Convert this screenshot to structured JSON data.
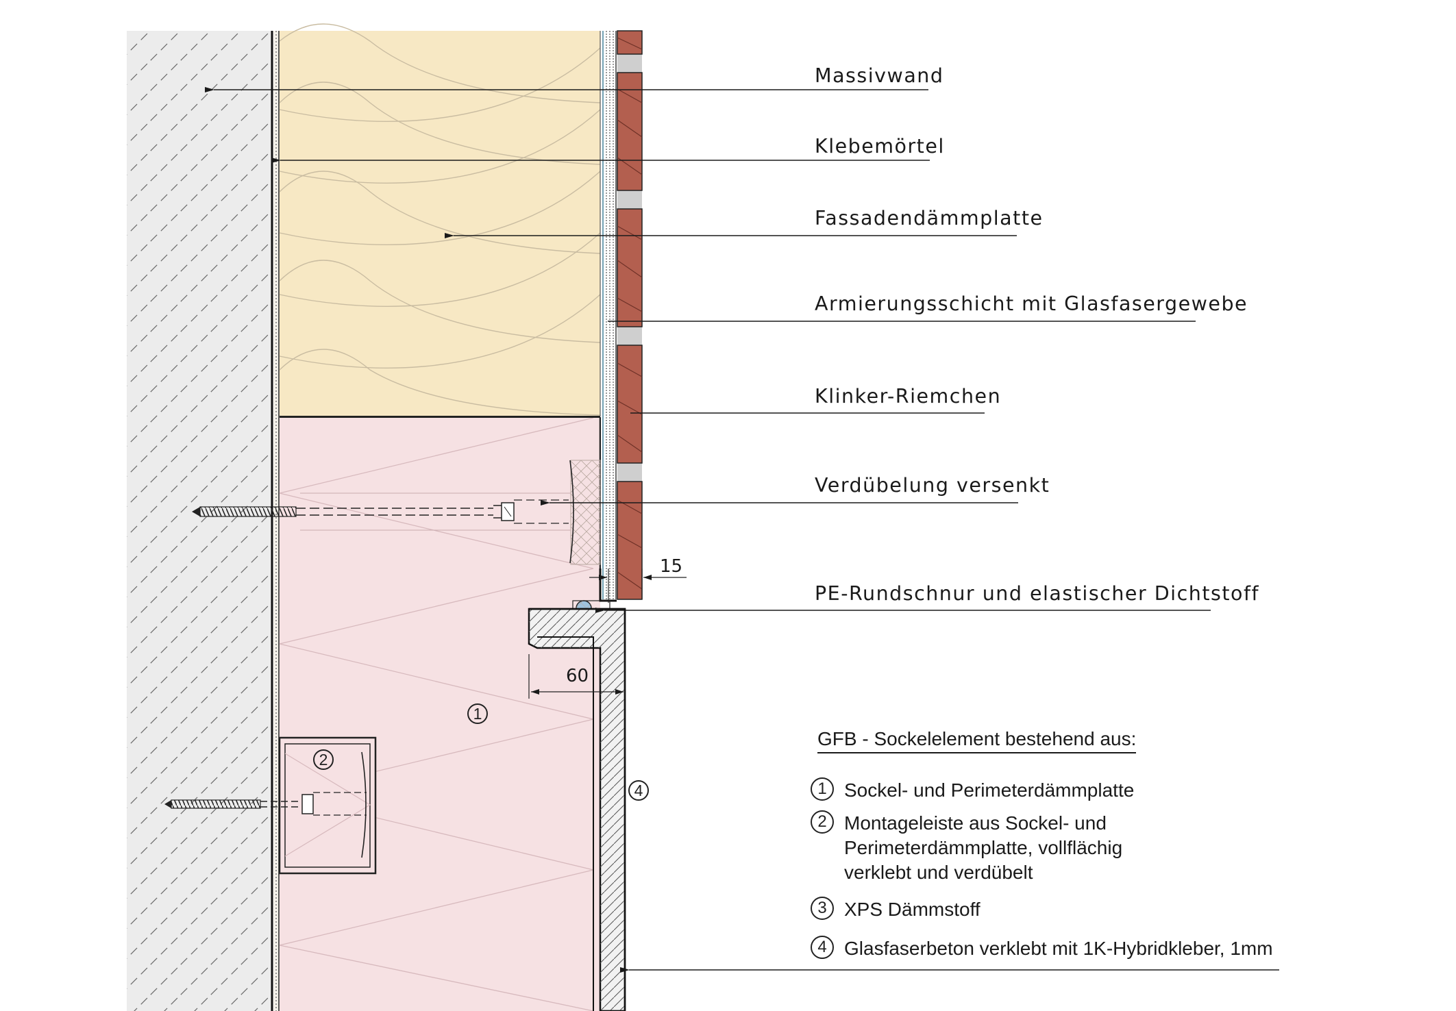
{
  "callouts": [
    {
      "id": "massivwand",
      "label": "Massivwand"
    },
    {
      "id": "klebemoertel",
      "label": "Klebemörtel"
    },
    {
      "id": "fassadendaemmplatte",
      "label": "Fassadendämmplatte"
    },
    {
      "id": "armierungsschicht",
      "label": "Armierungsschicht mit Glasfasergewebe"
    },
    {
      "id": "klinker-riemchen",
      "label": "Klinker-Riemchen"
    },
    {
      "id": "verduebelung",
      "label": "Verdübelung versenkt"
    },
    {
      "id": "pe-rundschnur",
      "label": "PE-Rundschnur und elastischer Dichtstoff"
    }
  ],
  "dimensions": [
    {
      "id": "joint-gap",
      "value": "15"
    },
    {
      "id": "overhang",
      "value": "60"
    }
  ],
  "markers": {
    "m1": "1",
    "m2": "2",
    "m4": "4"
  },
  "legend": {
    "title": "GFB - Sockelelement bestehend aus:",
    "items": [
      {
        "number": "1",
        "text": "Sockel- und Perimeterdämmplatte"
      },
      {
        "number": "2",
        "text": "Montageleiste aus Sockel- und\nPerimeterdämmplatte, vollflächig\nverklebt und verdübelt"
      },
      {
        "number": "3",
        "text": "XPS Dämmstoff"
      },
      {
        "number": "4",
        "text": "Glasfaserbeton verklebt mit 1K-Hybridkleber, 1mm"
      }
    ]
  },
  "colors": {
    "concrete": "#ececec",
    "facade_insulation": "#f7e8c4",
    "xps_insulation": "#f6e1e3",
    "brick": "#b35f4f",
    "line": "#1a1a1a"
  }
}
